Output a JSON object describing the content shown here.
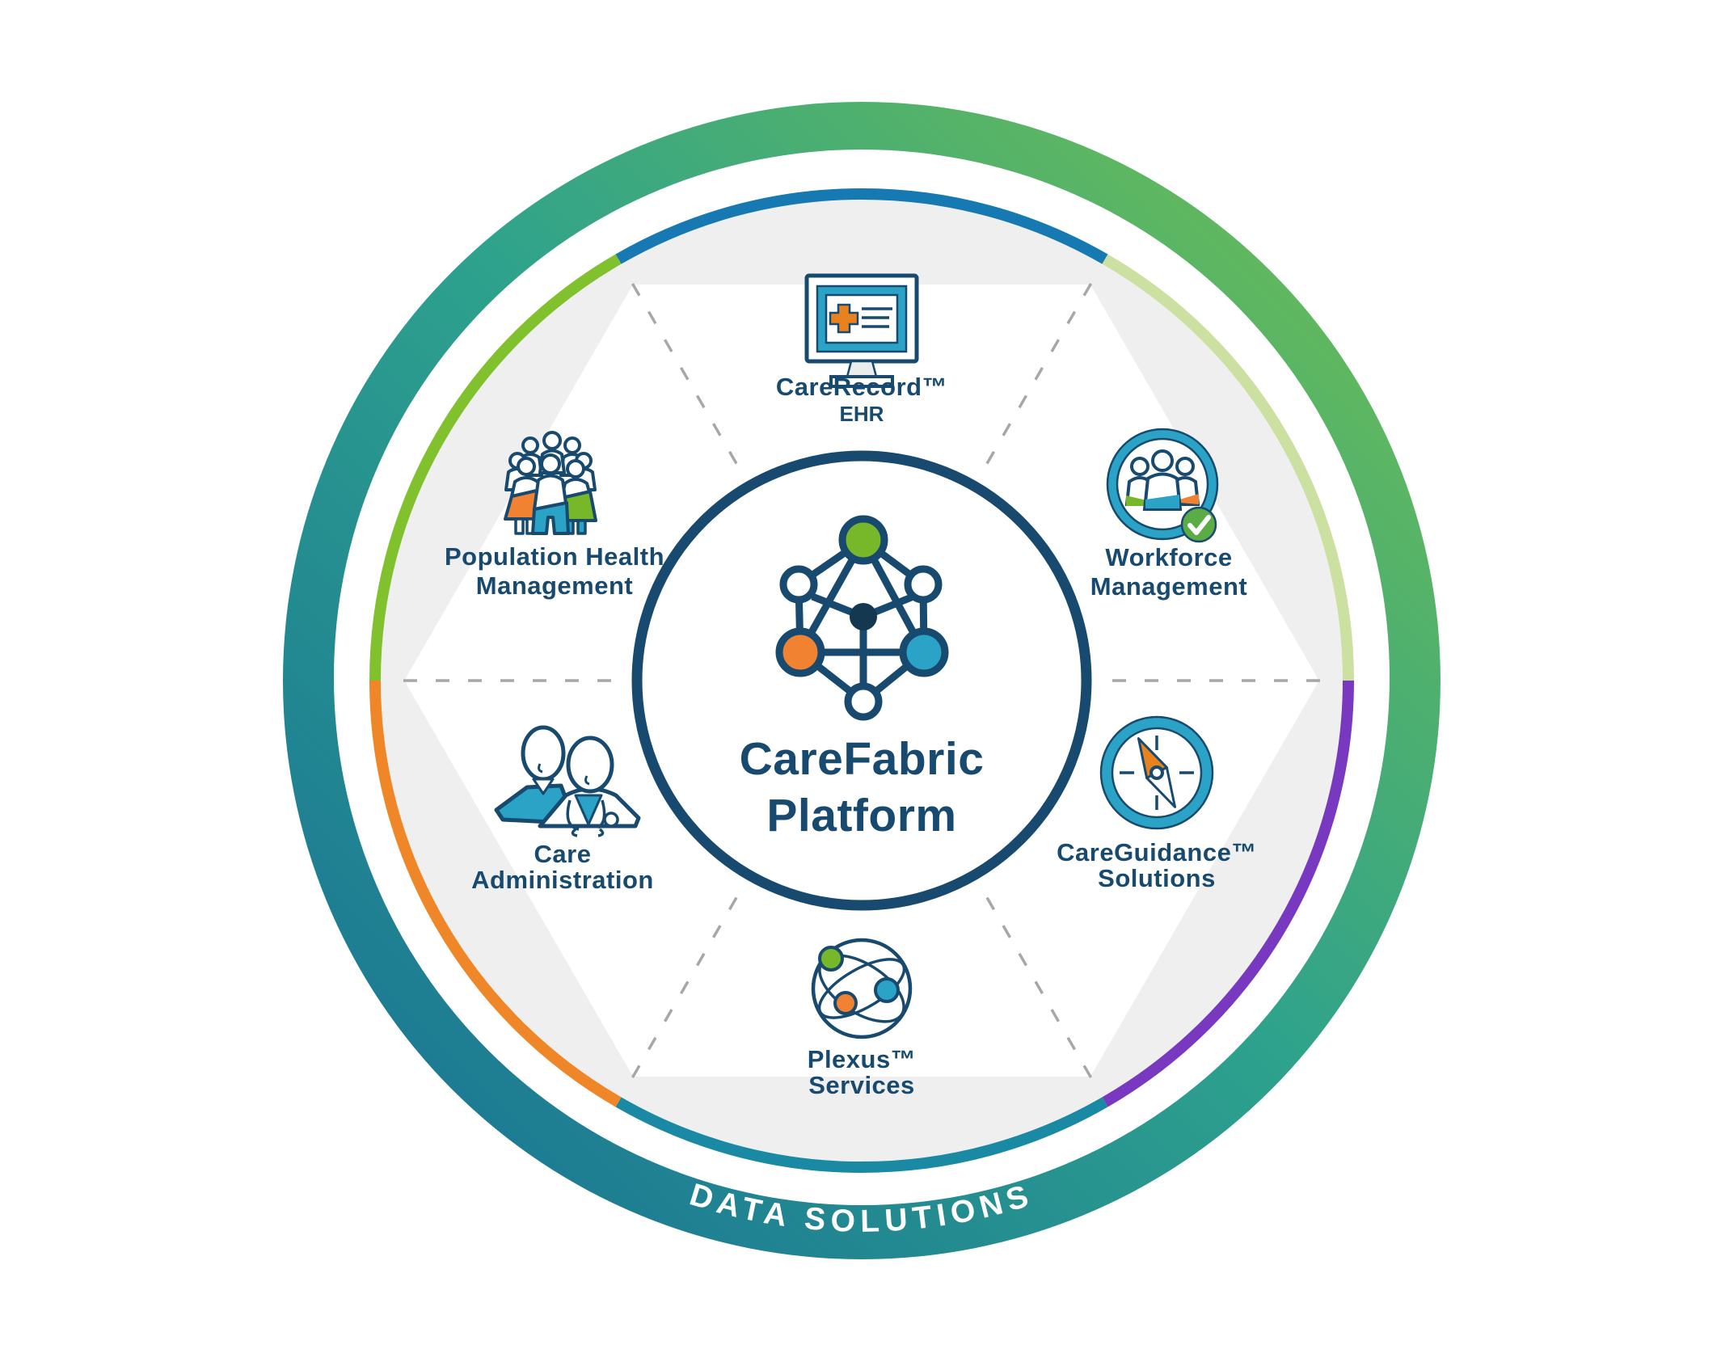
{
  "diagram": {
    "center": {
      "line1": "CareFabric",
      "line2": "Platform"
    },
    "banner": {
      "label": "DATA SOLUTIONS"
    }
  },
  "segments": [
    {
      "id": "care-record",
      "label1": "CareRecord™",
      "label2": "EHR",
      "arc_color": "#1779B2"
    },
    {
      "id": "workforce",
      "label1": "Workforce",
      "label2": "Management",
      "arc_color": "#CCE0A1"
    },
    {
      "id": "care-guidance",
      "label1": "CareGuidance™",
      "label2": "Solutions",
      "arc_color": "#7838BF"
    },
    {
      "id": "plexus",
      "label1": "Plexus™",
      "label2": "Services",
      "arc_color": "#1A89A4"
    },
    {
      "id": "care-admin",
      "label1": "Care",
      "label2": "Administration",
      "arc_color": "#EF8627"
    },
    {
      "id": "population-health",
      "label1": "Population Health",
      "label2": "Management",
      "arc_color": "#80C12D"
    }
  ],
  "colors": {
    "navy": "#174A6E",
    "dark_navy_node": "#14384F",
    "teal": "#2BA3C7",
    "orange": "#F08232",
    "green": "#76B82A",
    "badge_green": "#5BAB46",
    "gray_band": "#EFEFF0",
    "dash_gray": "#A5A7AA",
    "ring_gradient_start": "#75C14B",
    "ring_gradient_mid": "#2EA28D",
    "ring_gradient_end": "#166D95"
  }
}
